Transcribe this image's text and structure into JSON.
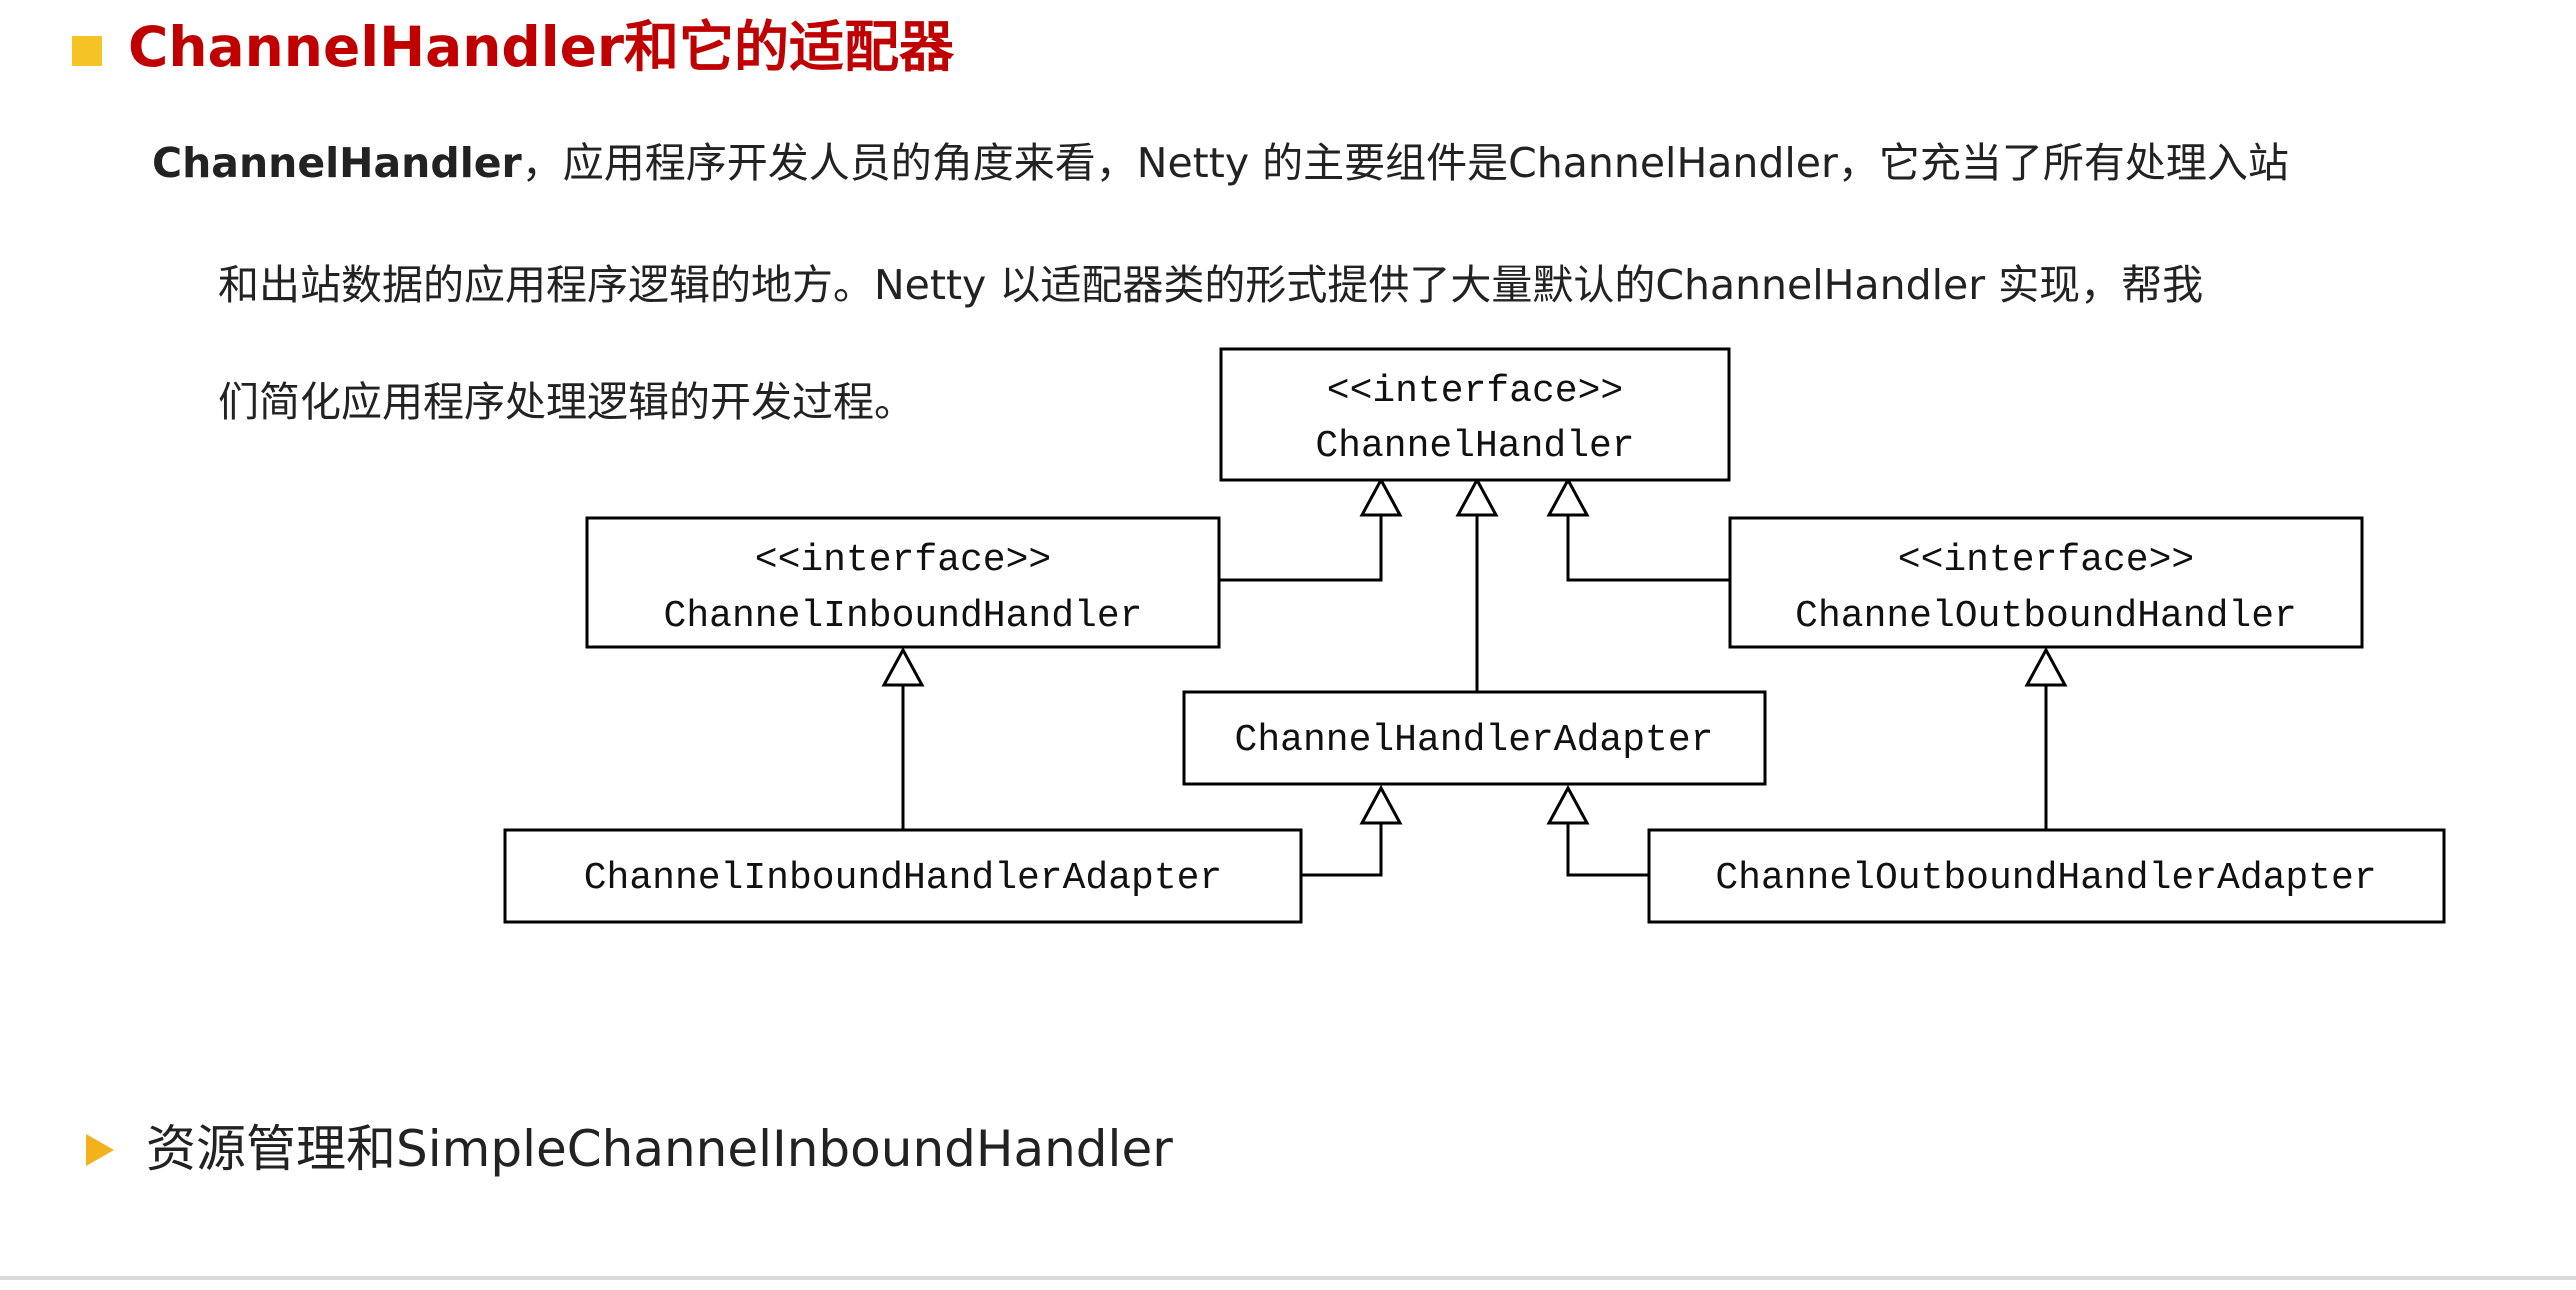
{
  "heading": {
    "title": "ChannelHandler和它的适配器",
    "bullet_color": "#f6c324",
    "title_color": "#c00000"
  },
  "paragraph": {
    "lead": "ChannelHandler",
    "line1_rest": "，应用程序开发人员的角度来看，Netty 的主要组件是ChannelHandler，它充当了所有处理入站",
    "line2": "和出站数据的应用程序逻辑的地方。Netty 以适配器类的形式提供了大量默认的ChannelHandler 实现，帮我",
    "line3": "们简化应用程序处理逻辑的开发过程。"
  },
  "diagram": {
    "stereotype": "<<interface>>",
    "channel_handler": "ChannelHandler",
    "inbound_handler": "ChannelInboundHandler",
    "outbound_handler": "ChannelOutboundHandler",
    "handler_adapter": "ChannelHandlerAdapter",
    "inbound_adapter": "ChannelInboundHandlerAdapter",
    "outbound_adapter": "ChannelOutboundHandlerAdapter"
  },
  "sub_item": {
    "label": "资源管理和SimpleChannelInboundHandler",
    "bullet_color": "#f3b21b"
  }
}
